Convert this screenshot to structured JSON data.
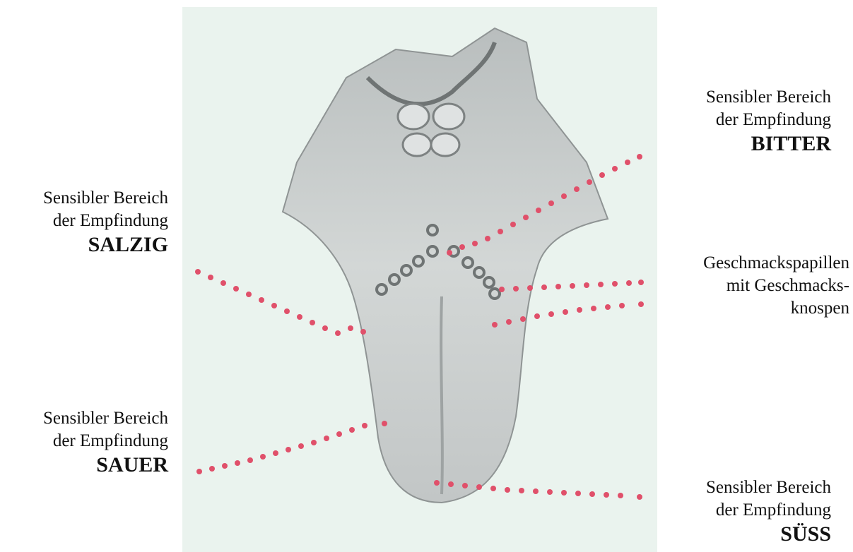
{
  "labels": {
    "bitter": {
      "line1": "Sensibler Bereich",
      "line2": "der Empfindung",
      "taste": "BITTER"
    },
    "salzig": {
      "line1": "Sensibler Bereich",
      "line2": "der Empfindung",
      "taste": "SALZIG"
    },
    "papillen": {
      "line1": "Geschmackspapillen",
      "line2": "mit Geschmacks-",
      "line3": "knospen"
    },
    "sauer": {
      "line1": "Sensibler Bereich",
      "line2": "der Empfindung",
      "taste": "SAUER"
    },
    "suess": {
      "line1": "Sensibler Bereich",
      "line2": "der Empfindung",
      "taste": "SÜSS"
    }
  },
  "colors": {
    "panel_background": "#eaf3ee",
    "tongue": "#c9cdcd",
    "tongue_shadow": "#9ea3a3",
    "leader_dots": "#e0506a"
  }
}
